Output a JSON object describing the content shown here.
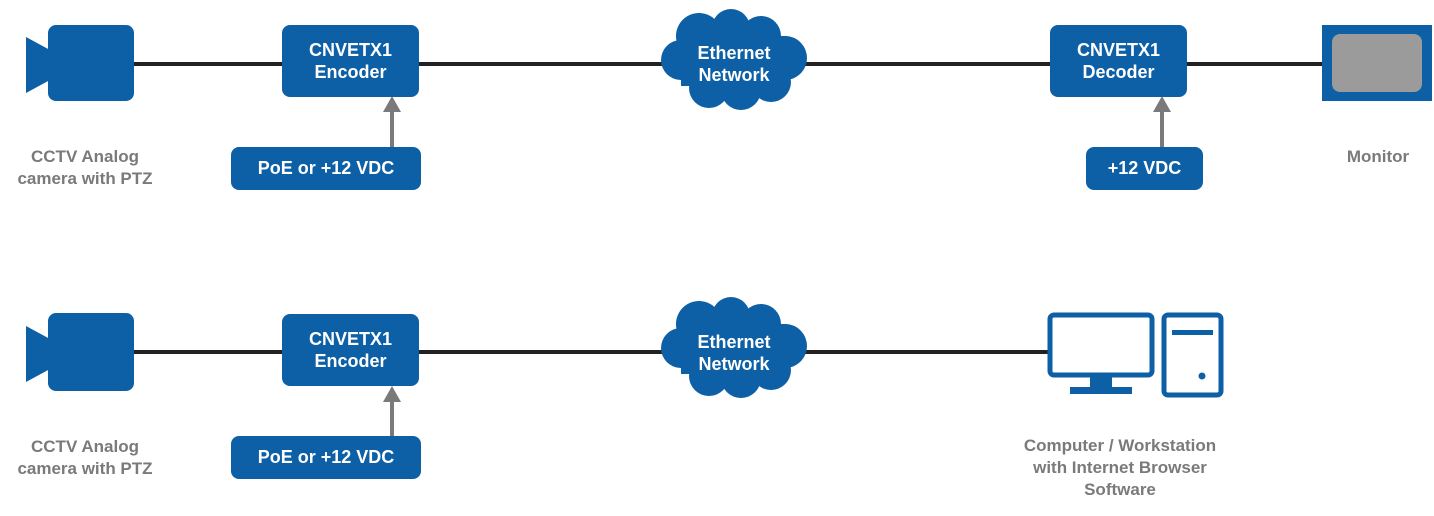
{
  "colors": {
    "device_blue": "#0d5fa6",
    "line": "#222222",
    "arrow": "#7a7a7a",
    "caption": "#7a7a7a",
    "screen": "#9b9b9b"
  },
  "row1": {
    "camera": {
      "icon": "video-camera-icon",
      "caption_line1": "CCTV Analog",
      "caption_line2": "camera with PTZ"
    },
    "encoder": {
      "line1": "CNVETX1",
      "line2": "Encoder"
    },
    "encoder_power": "PoE or +12 VDC",
    "network": {
      "icon": "cloud-icon",
      "line1": "Ethernet",
      "line2": "Network"
    },
    "decoder": {
      "line1": "CNVETX1",
      "line2": "Decoder"
    },
    "decoder_power": "+12 VDC",
    "monitor": {
      "icon": "monitor-icon",
      "caption": "Monitor"
    }
  },
  "row2": {
    "camera": {
      "icon": "video-camera-icon",
      "caption_line1": "CCTV Analog",
      "caption_line2": "camera with PTZ"
    },
    "encoder": {
      "line1": "CNVETX1",
      "line2": "Encoder"
    },
    "encoder_power": "PoE or +12 VDC",
    "network": {
      "icon": "cloud-icon",
      "line1": "Ethernet",
      "line2": "Network"
    },
    "workstation": {
      "icon": "computer-workstation-icon",
      "caption_line1": "Computer / Workstation",
      "caption_line2": "with Internet Browser",
      "caption_line3": "Software"
    }
  }
}
